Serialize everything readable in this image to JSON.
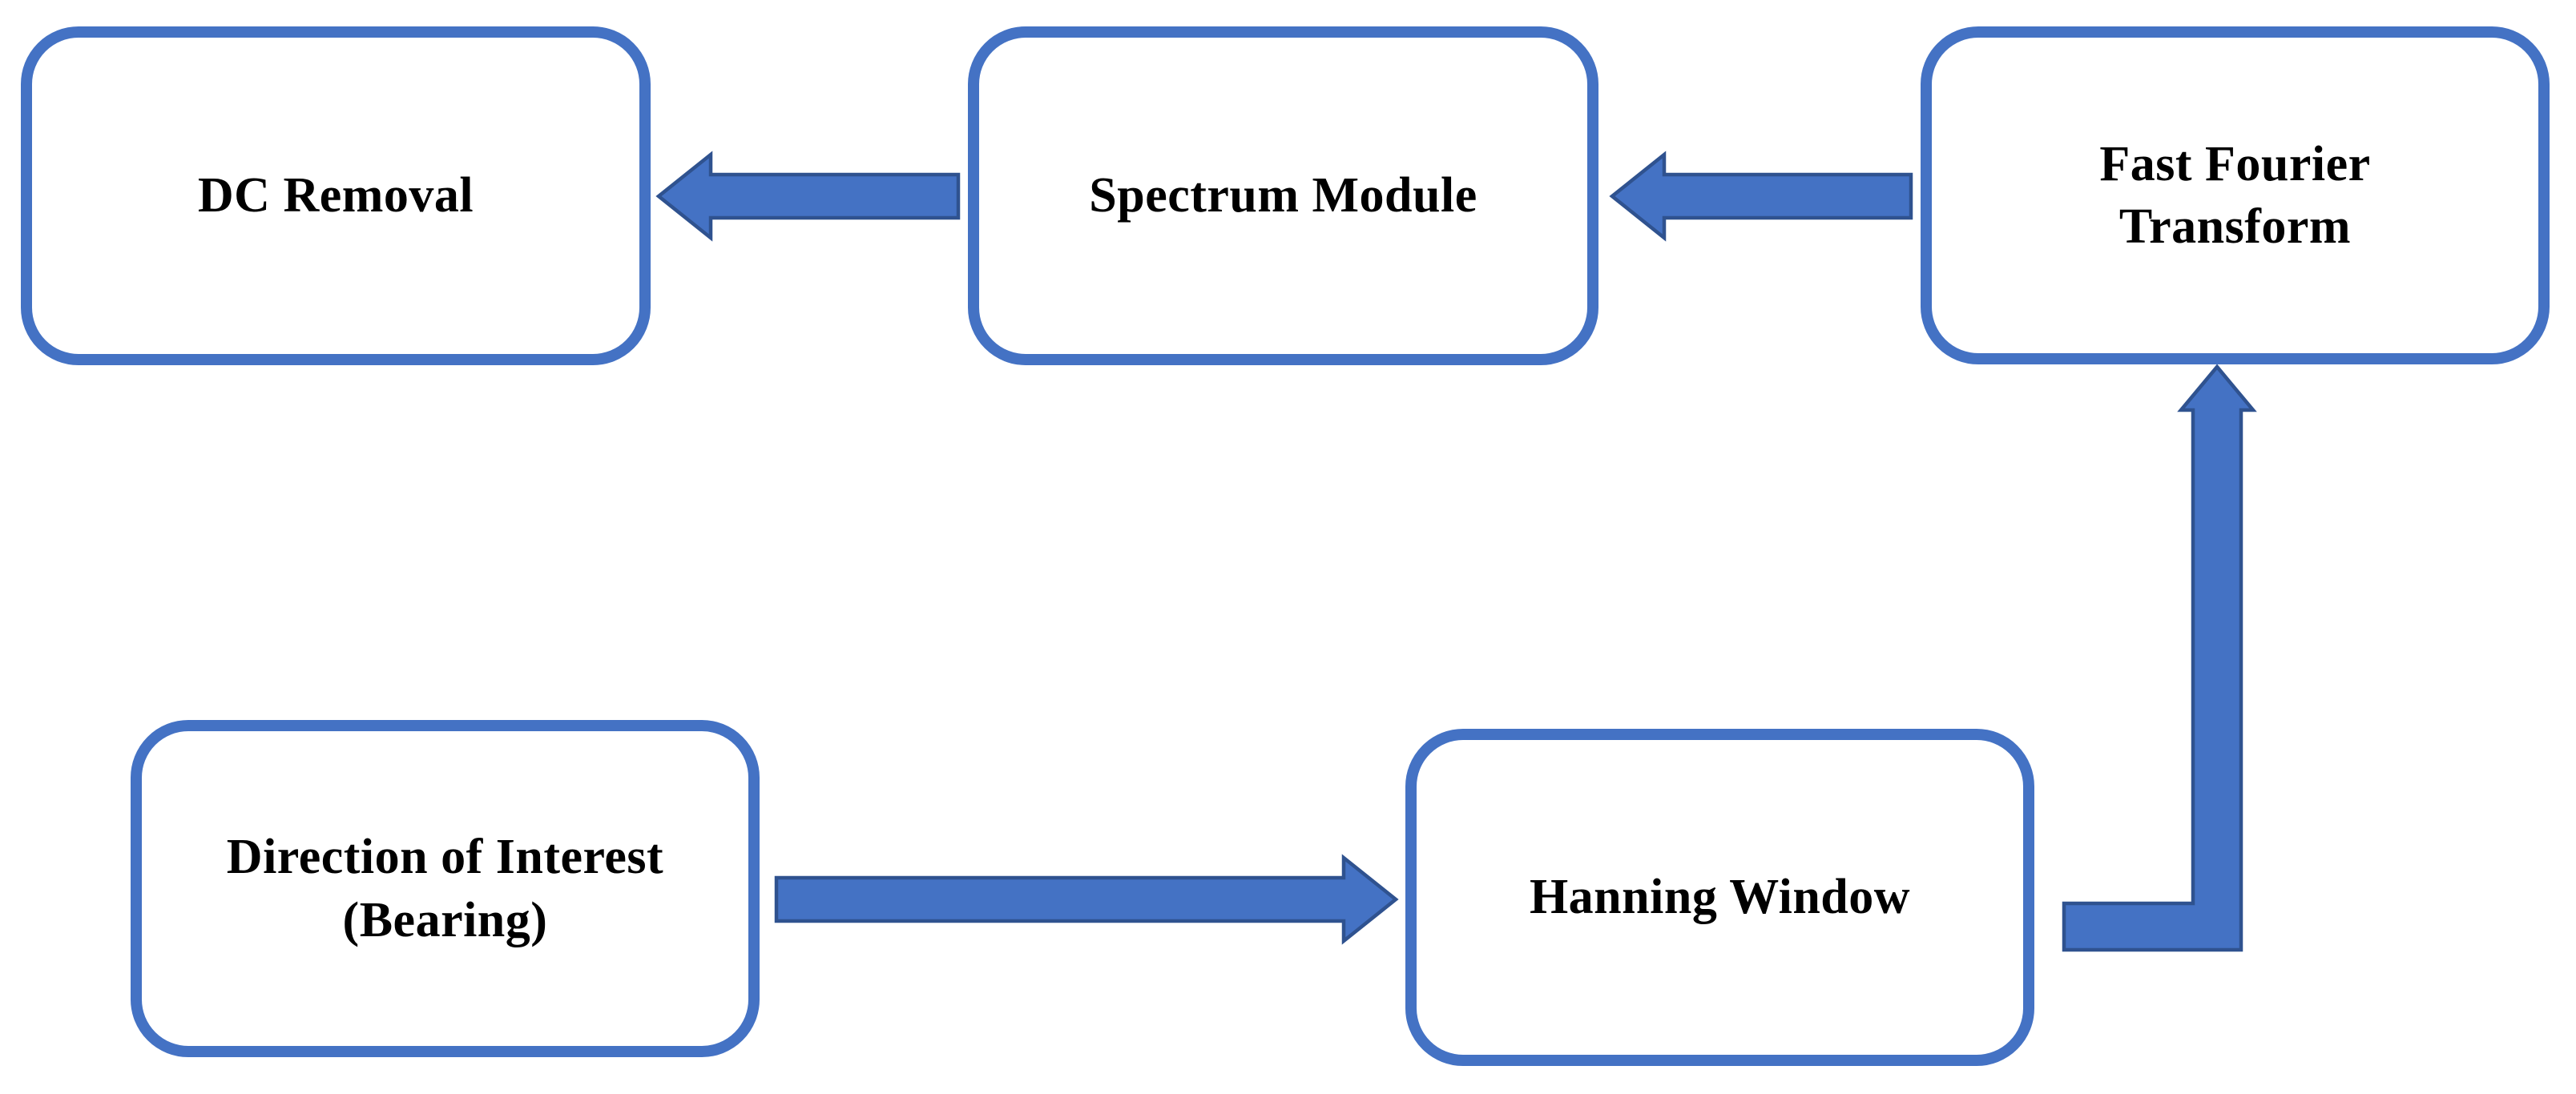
{
  "diagram": {
    "type": "flowchart",
    "background": "#FFFFFF",
    "colors": {
      "box_border": "#4472C4",
      "box_fill": "#FFFFFF",
      "arrow_fill": "#4472C4",
      "arrow_outline": "#2F528F",
      "label_text": "#000000"
    },
    "nodes": [
      {
        "id": "dc-removal",
        "label": "DC Removal",
        "lines": [
          "DC Removal"
        ]
      },
      {
        "id": "spectrum-module",
        "label": "Spectrum Module",
        "lines": [
          "Spectrum Module"
        ]
      },
      {
        "id": "fast-fourier-transform",
        "label": "Fast Fourier Transform",
        "lines": [
          "Fast Fourier",
          "Transform"
        ]
      },
      {
        "id": "direction-of-interest",
        "label": "Direction of Interest (Bearing)",
        "lines": [
          "Direction of Interest",
          "(Bearing)"
        ]
      },
      {
        "id": "hanning-window",
        "label": "Hanning Window",
        "lines": [
          "Hanning Window"
        ]
      }
    ],
    "edges": [
      {
        "from": "direction-of-interest",
        "to": "hanning-window",
        "shape": "straight-right"
      },
      {
        "from": "hanning-window",
        "to": "fast-fourier-transform",
        "shape": "elbow-up"
      },
      {
        "from": "fast-fourier-transform",
        "to": "spectrum-module",
        "shape": "straight-left"
      },
      {
        "from": "spectrum-module",
        "to": "dc-removal",
        "shape": "straight-left"
      }
    ]
  }
}
